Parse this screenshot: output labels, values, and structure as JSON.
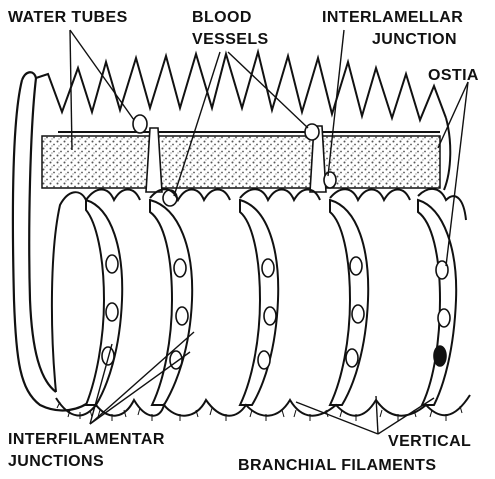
{
  "labels": {
    "water_tubes": "WATER TUBES",
    "blood_vessels_1": "BLOOD",
    "blood_vessels_2": "VESSELS",
    "interlamellar_1": "INTERLAMELLAR",
    "interlamellar_2": "JUNCTION",
    "ostia": "OSTIA",
    "interfilamentar_1": "INTERFILAMENTAR",
    "interfilamentar_2": "JUNCTIONS",
    "vertical": "VERTICAL",
    "branchial_filaments": "BRANCHIAL FILAMENTS"
  },
  "colors": {
    "ink": "#111111",
    "paper": "#ffffff",
    "stipple": "#555555"
  }
}
